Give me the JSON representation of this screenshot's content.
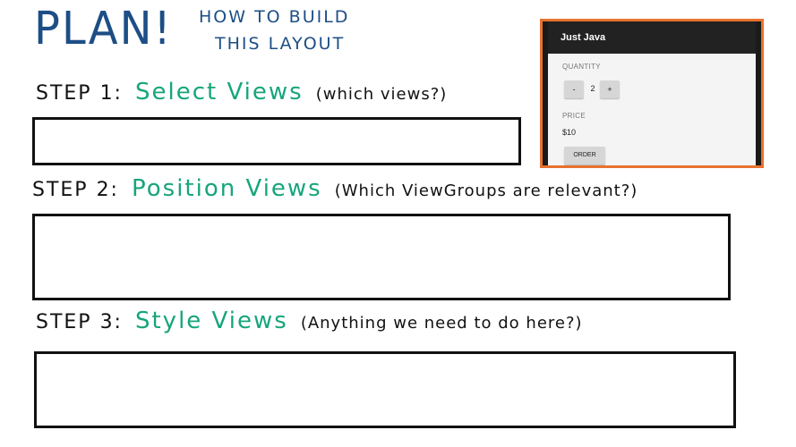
{
  "plan": {
    "title": "PLAN!",
    "subtitle_line1": "HOW TO BUILD",
    "subtitle_line2": "THIS LAYOUT"
  },
  "steps": [
    {
      "label": "STEP 1:",
      "action": "Select Views",
      "question": "(which views?)"
    },
    {
      "label": "STEP 2:",
      "action": "Position Views",
      "question": "(Which ViewGroups are relevant?)"
    },
    {
      "label": "STEP 3:",
      "action": "Style Views",
      "question": "(Anything we need to do here?)"
    }
  ],
  "phone": {
    "app_title": "Just Java",
    "quantity_label": "QUANTITY",
    "minus_label": "-",
    "quantity_value": "2",
    "plus_label": "+",
    "price_label": "PRICE",
    "price_value": "$10",
    "order_label": "ORDER"
  },
  "colors": {
    "title_blue": "#1d4e86",
    "step_green": "#17a57c",
    "phone_border_orange": "#e8722e",
    "ink_black": "#111111"
  }
}
